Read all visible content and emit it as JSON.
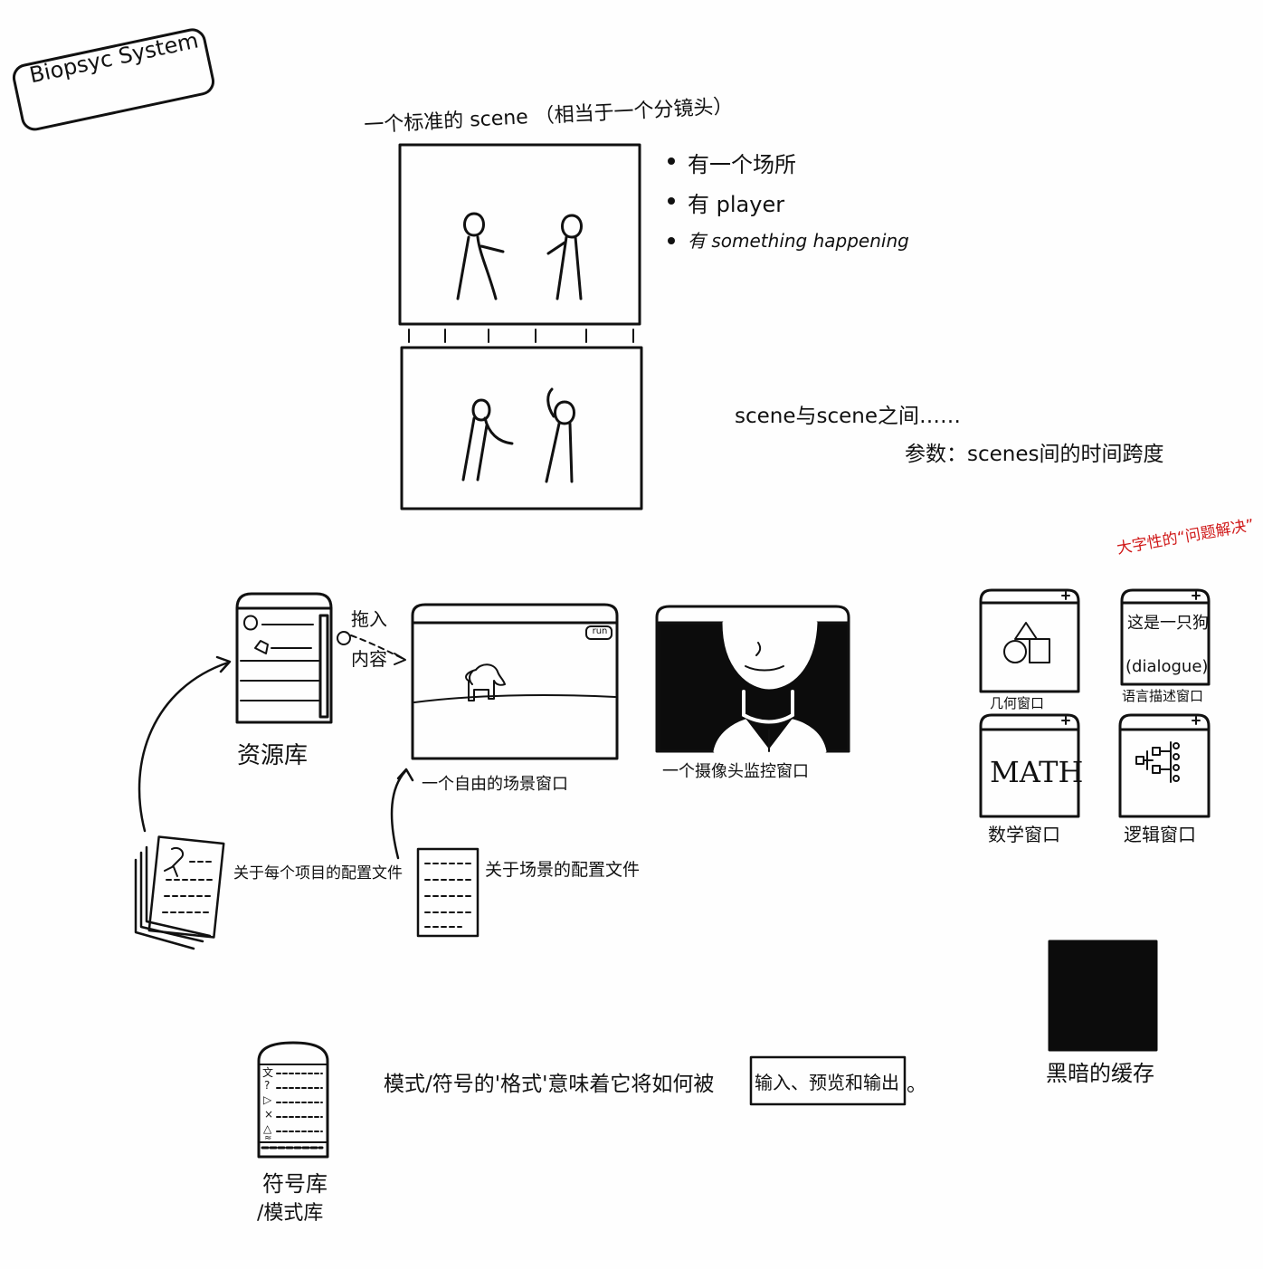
{
  "title": "Biopsyc System",
  "scene_section": {
    "heading": "一个标准的 scene （相当于一个分镜头）",
    "bullets": [
      "有一个场所",
      "有 player",
      "有 something happening"
    ],
    "between_label": "scene与scene之间……",
    "param_label": "参数：scenes间的时间跨度"
  },
  "windows_section": {
    "resource_library": "资源库",
    "drag_label_1": "拖入",
    "drag_label_2": "内容",
    "run_button": "run",
    "free_scene_window": "一个自由的场景窗口",
    "camera_window": "一个摄像头监控窗口",
    "item_config": "关于每个项目的配置文件",
    "scene_config": "关于场景的配置文件"
  },
  "problem_solving": {
    "heading": "大字性的“问题解决”",
    "windows": [
      {
        "label": "几何窗口"
      },
      {
        "label": "语言描述窗口",
        "text_top": "这是一只狗",
        "text_bottom": "(dialogue)"
      },
      {
        "label": "数学窗口",
        "text": "MATH"
      },
      {
        "label": "逻辑窗口"
      }
    ]
  },
  "bottom_section": {
    "symbol_library_1": "符号库",
    "symbol_library_2": "/模式库",
    "symbol_marks": [
      "文",
      "?",
      "▷",
      "×",
      "△",
      "≈"
    ],
    "format_sentence": "模式/符号的'格式'意味着它将如何被",
    "format_boxed": "输入、预览和输出",
    "format_end": "。",
    "dark_cache": "黑暗的缓存"
  },
  "colors": {
    "ink": "#111111",
    "paper": "#fefefe",
    "accent_red": "#d01818",
    "fill_dark": "#0c0c0c"
  }
}
